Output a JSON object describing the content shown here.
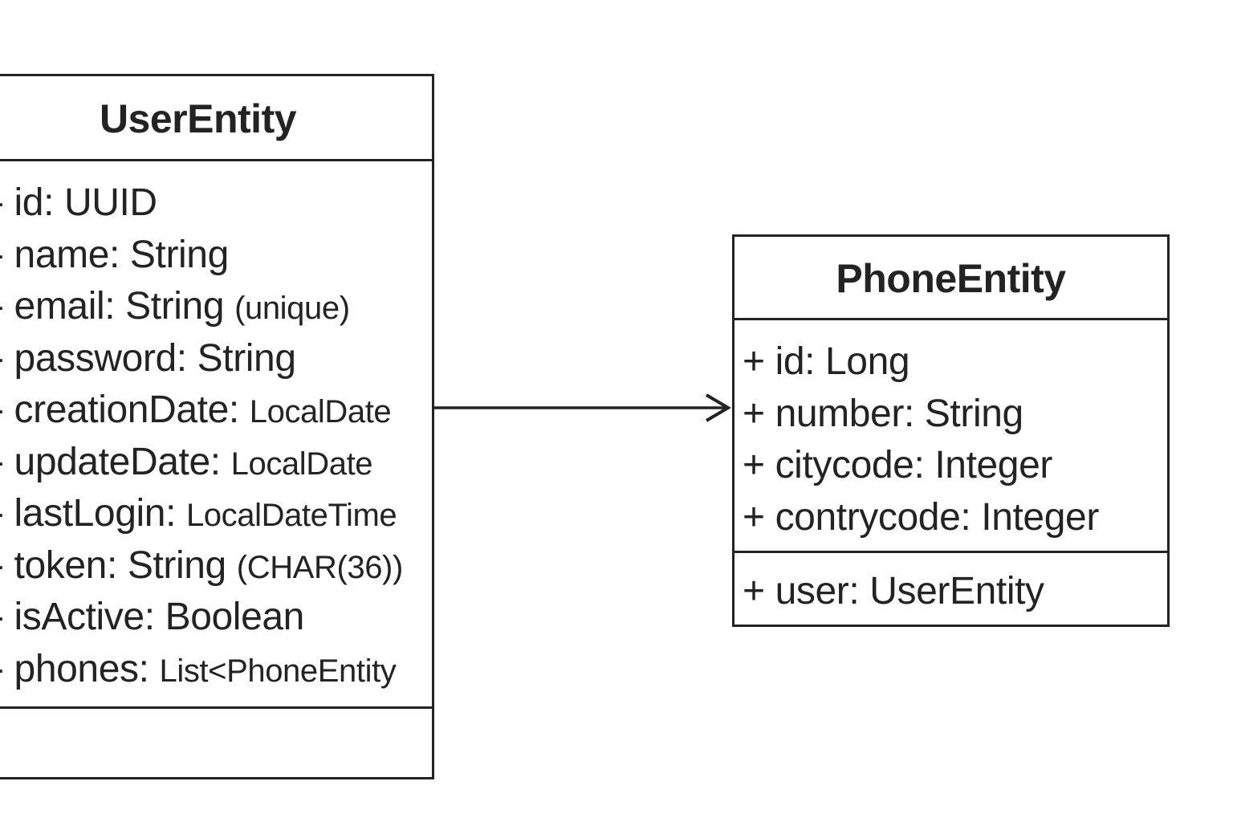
{
  "diagram": {
    "classes": [
      {
        "id": "user",
        "name": "UserEntity",
        "attributes": [
          {
            "visibility": "-",
            "name": "id",
            "type": "UUID",
            "type_small": false
          },
          {
            "visibility": "-",
            "name": "name",
            "type": "String",
            "type_small": false
          },
          {
            "visibility": "-",
            "name": "email",
            "type": "String",
            "type_small": false,
            "extra": "(unique)"
          },
          {
            "visibility": "-",
            "name": "password",
            "type": "String",
            "type_small": false
          },
          {
            "visibility": "-",
            "name": "creationDate",
            "type": "LocalDate",
            "type_small": true
          },
          {
            "visibility": "-",
            "name": "updateDate",
            "type": "LocalDate",
            "type_small": true
          },
          {
            "visibility": "-",
            "name": "lastLogin",
            "type": "LocalDateTime",
            "type_small": true
          },
          {
            "visibility": "-",
            "name": "token",
            "type": "String",
            "type_small": false,
            "extra": "(CHAR(36))"
          },
          {
            "visibility": "-",
            "name": "isActive",
            "type": "Boolean",
            "type_small": false
          },
          {
            "visibility": "-",
            "name": "phones",
            "type": "List<PhoneEntity",
            "type_small": true
          }
        ],
        "methods": []
      },
      {
        "id": "phone",
        "name": "PhoneEntity",
        "attributes": [
          {
            "visibility": "+",
            "name": "id",
            "type": "Long",
            "type_small": false
          },
          {
            "visibility": "+",
            "name": "number",
            "type": "String",
            "type_small": false
          },
          {
            "visibility": "+",
            "name": "citycode",
            "type": "Integer",
            "type_small": false
          },
          {
            "visibility": "+",
            "name": "contrycode",
            "type": "Integer",
            "type_small": false
          }
        ],
        "relations": [
          {
            "visibility": "+",
            "name": "user",
            "type": "UserEntity",
            "type_small": false
          }
        ]
      }
    ],
    "association": {
      "from": "UserEntity",
      "to": "PhoneEntity",
      "arrow": "open-arrow"
    },
    "colors": {
      "stroke": "#232323",
      "background": "#ffffff"
    }
  }
}
